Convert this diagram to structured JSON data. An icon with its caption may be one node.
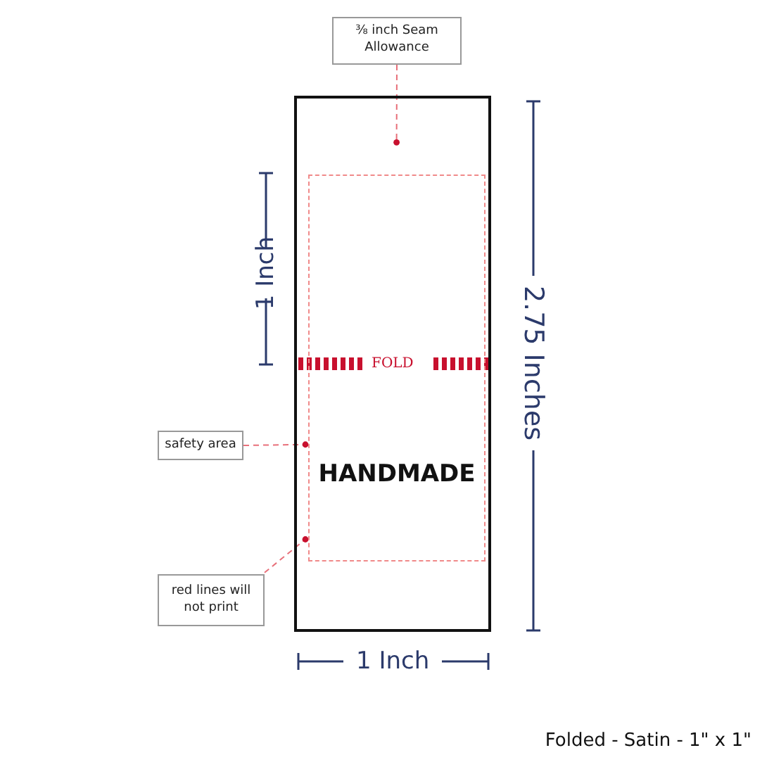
{
  "diagram": {
    "caption": "Folded - Satin - 1\" x 1\"",
    "nodes": [
      {
        "text": [
          "⅜ inch Seam Allowance"
        ]
      },
      {
        "text": [],
        "shape": "box"
      },
      {
        "text": [
          "HANDMADE"
        ],
        "in": 1
      },
      {
        "text": [
          "safety area"
        ]
      },
      {
        "text": [
          "red lines will not print"
        ]
      }
    ],
    "edges": [
      {
        "from": 0,
        "to": 1,
        "arrow": "other",
        "style": "dashed"
      },
      {
        "from": 3,
        "to": 2,
        "arrow": "other",
        "style": "dashed"
      },
      {
        "from": 4,
        "to": 2,
        "arrow": "other",
        "style": "dashed"
      }
    ],
    "labels": [
      "FOLD",
      "1 Inch",
      "2.75 Inches",
      "1 Inch"
    ]
  }
}
